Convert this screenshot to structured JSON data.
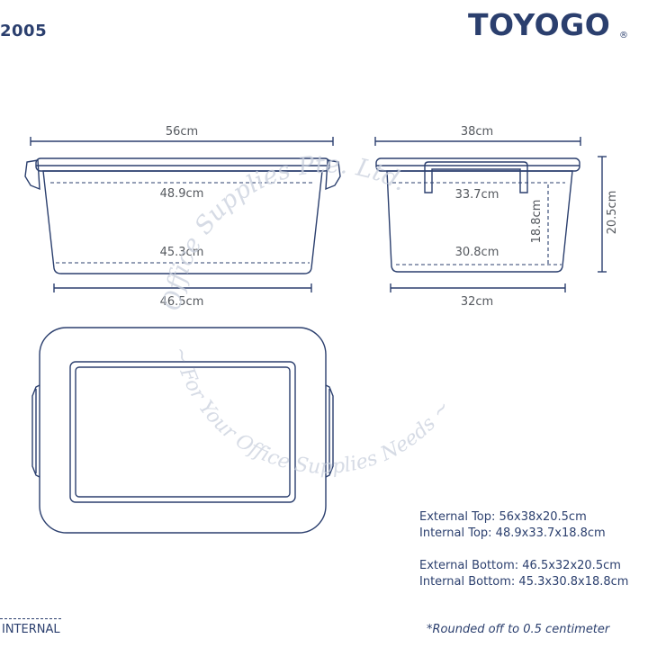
{
  "model": "2005",
  "brand": {
    "name": "TOYOGO",
    "reg": "®"
  },
  "side_view": {
    "top_external": "56cm",
    "top_internal": "48.9cm",
    "bottom_internal": "45.3cm",
    "bottom_external": "46.5cm"
  },
  "end_view": {
    "top_external": "38cm",
    "top_internal": "33.7cm",
    "bottom_internal": "30.8cm",
    "bottom_external": "32cm",
    "internal_height": "18.8cm",
    "external_height": "20.5cm"
  },
  "specs": {
    "external_top": "External Top: 56x38x20.5cm",
    "internal_top": "Internal Top: 48.9x33.7x18.8cm",
    "external_bottom": "External Bottom: 46.5x32x20.5cm",
    "internal_bottom": "Internal Bottom: 45.3x30.8x18.8cm"
  },
  "legend": {
    "internal_label": "INTERNAL"
  },
  "footnote": "*Rounded off to 0.5 centimeter",
  "watermark": {
    "line1": "Office Supplies Pte. Ltd.",
    "line2": "~ For Your Office Supplies Needs ~"
  },
  "colors": {
    "outline": "#2b3f6e",
    "dimension_text": "#55595f",
    "watermark": "#c9d0dd"
  }
}
